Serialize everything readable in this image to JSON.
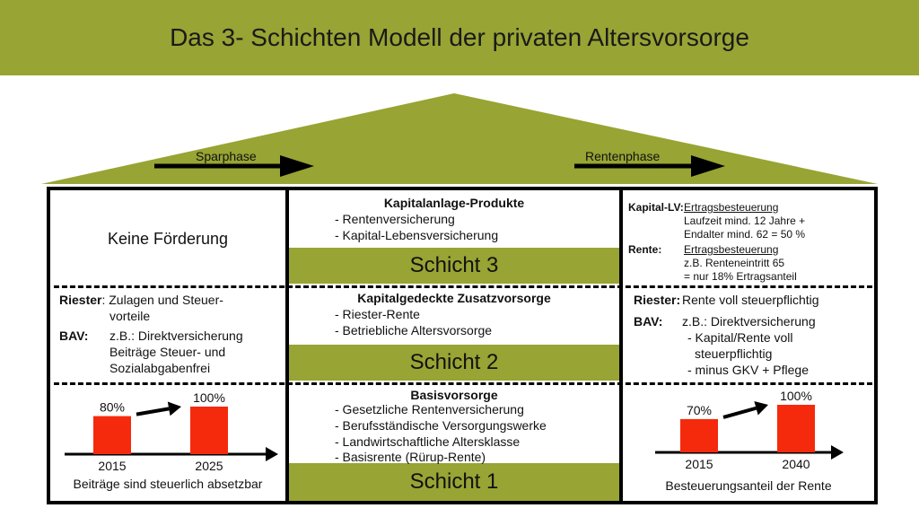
{
  "title": "Das 3- Schichten Modell der privaten Altersvorsorge",
  "colors": {
    "accent": "#98a433",
    "bar": "#f52a0c",
    "frame": "#000000"
  },
  "roof": {
    "left_label": "Sparphase",
    "right_label": "Rentenphase"
  },
  "center": {
    "tier3": {
      "heading": "Kapitalanlage-Produkte",
      "items": [
        "- Rentenversicherung",
        "- Kapital-Lebensversicherung"
      ],
      "band": "Schicht 3"
    },
    "tier2": {
      "heading": "Kapitalgedeckte Zusatzvorsorge",
      "items": [
        "- Riester-Rente",
        "- Betriebliche Altersvorsorge"
      ],
      "band": "Schicht 2"
    },
    "tier1": {
      "heading": "Basisvorsorge",
      "items": [
        "- Gesetzliche Rentenversicherung",
        "- Berufsständische Versorgungswerke",
        "- Landwirtschaftliche Altersklasse",
        "- Basisrente (Rürup-Rente)"
      ],
      "band": "Schicht 1"
    }
  },
  "left": {
    "top": "Keine Förderung",
    "middle": {
      "riester_key": "Riester",
      "riester_line1": ": Zulagen und Steuer-",
      "riester_line2": "vorteile",
      "bav_key": "BAV:",
      "bav_line1": "z.B.: Direktversicherung",
      "bav_line2": "Beiträge Steuer- und",
      "bav_line3": "Sozialabgabenfrei"
    },
    "caption": "Beiträge sind steuerlich absetzbar"
  },
  "right": {
    "top": {
      "kapital_key": "Kapital-LV:",
      "kapital_head": "Ertragsbesteuerung",
      "kapital_line1": "Laufzeit mind. 12 Jahre +",
      "kapital_line2": "Endalter mind. 62 = 50 %",
      "rente_key": "Rente:",
      "rente_head": "Ertragsbesteuerung",
      "rente_line1": "z.B. Renteneintritt 65",
      "rente_line2": "= nur 18% Ertragsanteil"
    },
    "middle": {
      "riester_key": "Riester:",
      "riester_text": "Rente voll steuerpflichtig",
      "bav_key": "BAV:",
      "bav_line1": "z.B.: Direktversicherung",
      "bav_line2": "- Kapital/Rente voll",
      "bav_line3": "steuerpflichtig",
      "bav_line4": "- minus GKV + Pflege"
    },
    "caption": "Besteuerungsanteil der Rente"
  },
  "chart_data": [
    {
      "type": "bar",
      "categories": [
        "2015",
        "2025"
      ],
      "values": [
        80,
        100
      ],
      "data_labels": [
        "80%",
        "100%"
      ],
      "ylim": [
        0,
        100
      ]
    },
    {
      "type": "bar",
      "categories": [
        "2015",
        "2040"
      ],
      "values": [
        70,
        100
      ],
      "data_labels": [
        "70%",
        "100%"
      ],
      "ylim": [
        0,
        100
      ]
    }
  ]
}
